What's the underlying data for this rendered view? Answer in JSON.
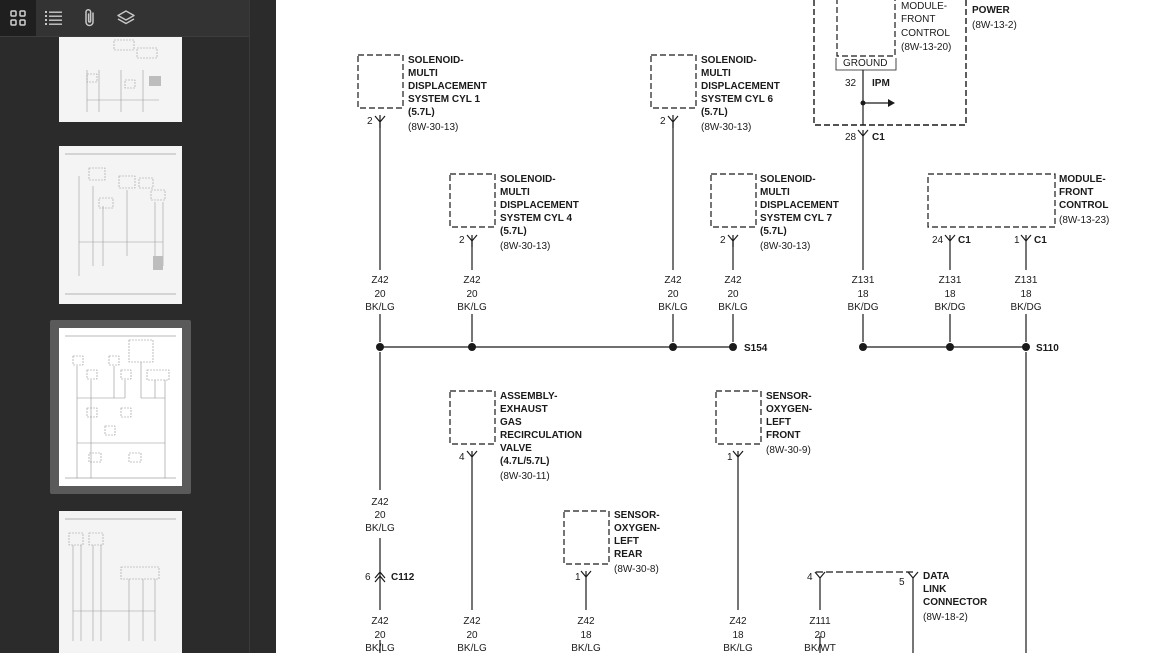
{
  "sidebar": {
    "toolbar": {
      "thumbnails_icon": "grid-icon",
      "outline_icon": "list-icon",
      "attachments_icon": "paperclip-icon",
      "layers_icon": "layers-icon"
    }
  },
  "diagram": {
    "top_module": {
      "line1": "MODULE-",
      "line2": "FRONT",
      "line3": "CONTROL",
      "ref": "(8W-13-20)",
      "ground": "GROUND",
      "pin": "32",
      "ipm": "IPM",
      "c_pin": "28",
      "c_label": "C1"
    },
    "power": {
      "label": "POWER",
      "ref": "(8W-13-2)"
    },
    "sol_cyl1": {
      "l1": "SOLENOID-",
      "l2": "MULTI",
      "l3": "DISPLACEMENT",
      "l4": "SYSTEM CYL 1",
      "l5": "(5.7L)",
      "ref": "(8W-30-13)",
      "pin": "2"
    },
    "sol_cyl6": {
      "l1": "SOLENOID-",
      "l2": "MULTI",
      "l3": "DISPLACEMENT",
      "l4": "SYSTEM CYL 6",
      "l5": "(5.7L)",
      "ref": "(8W-30-13)",
      "pin": "2"
    },
    "sol_cyl4": {
      "l1": "SOLENOID-",
      "l2": "MULTI",
      "l3": "DISPLACEMENT",
      "l4": "SYSTEM CYL 4",
      "l5": "(5.7L)",
      "ref": "(8W-30-13)",
      "pin": "2"
    },
    "sol_cyl7": {
      "l1": "SOLENOID-",
      "l2": "MULTI",
      "l3": "DISPLACEMENT",
      "l4": "SYSTEM CYL 7",
      "l5": "(5.7L)",
      "ref": "(8W-30-13)",
      "pin": "2"
    },
    "fcm_right": {
      "l1": "MODULE-",
      "l2": "FRONT",
      "l3": "CONTROL",
      "ref": "(8W-13-23)",
      "pin_a": "24",
      "c_a": "C1",
      "pin_b": "1",
      "c_b": "C1"
    },
    "wires_top": [
      {
        "code": "Z42",
        "gauge": "20",
        "color": "BK/LG"
      },
      {
        "code": "Z42",
        "gauge": "20",
        "color": "BK/LG"
      },
      {
        "code": "Z42",
        "gauge": "20",
        "color": "BK/LG"
      },
      {
        "code": "Z42",
        "gauge": "20",
        "color": "BK/LG"
      },
      {
        "code": "Z131",
        "gauge": "18",
        "color": "BK/DG"
      },
      {
        "code": "Z131",
        "gauge": "18",
        "color": "BK/DG"
      },
      {
        "code": "Z131",
        "gauge": "18",
        "color": "BK/DG"
      }
    ],
    "splice_left": "S154",
    "splice_right": "S110",
    "egr": {
      "l1": "ASSEMBLY-",
      "l2": "EXHAUST",
      "l3": "GAS",
      "l4": "RECIRCULATION",
      "l5": "VALVE",
      "l6": "(4.7L/5.7L)",
      "ref": "(8W-30-11)",
      "pin": "4"
    },
    "o2_lf": {
      "l1": "SENSOR-",
      "l2": "OXYGEN-",
      "l3": "LEFT",
      "l4": "FRONT",
      "ref": "(8W-30-9)",
      "pin": "1"
    },
    "o2_lr": {
      "l1": "SENSOR-",
      "l2": "OXYGEN-",
      "l3": "LEFT",
      "l4": "REAR",
      "ref": "(8W-30-8)",
      "pin": "1"
    },
    "wire_mid_left": {
      "code": "Z42",
      "gauge": "20",
      "color": "BK/LG"
    },
    "c112": {
      "pin": "6",
      "label": "C112"
    },
    "dlc": {
      "l1": "DATA",
      "l2": "LINK",
      "l3": "CONNECTOR",
      "ref": "(8W-18-2)",
      "pin_a": "4",
      "pin_b": "5"
    },
    "wires_bottom": [
      {
        "code": "Z42",
        "gauge": "20",
        "color": "BK/LG"
      },
      {
        "code": "Z42",
        "gauge": "20",
        "color": "BK/LG"
      },
      {
        "code": "Z42",
        "gauge": "18",
        "color": "BK/LG"
      },
      {
        "code": "Z42",
        "gauge": "18",
        "color": "BK/LG"
      },
      {
        "code": "Z111",
        "gauge": "20",
        "color": "BK/WT"
      }
    ]
  }
}
